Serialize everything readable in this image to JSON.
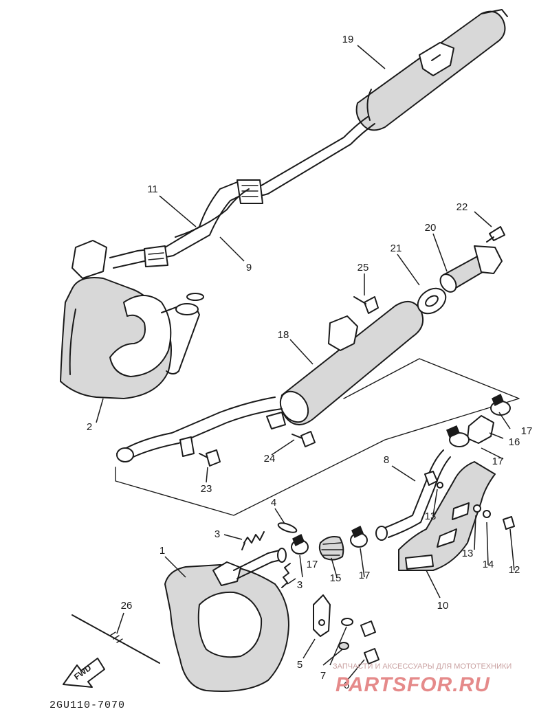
{
  "diagram": {
    "drawing_code": "2GU110-7070",
    "direction_label": "FWD",
    "watermark": {
      "caption": "ЗАПЧАСТИ И АКСЕССУАРЫ ДЛЯ МОТОТЕХНИКИ",
      "logo_text": "PARTSFOR.RU"
    },
    "callouts": {
      "c1": "1",
      "c2": "2",
      "c3a": "3",
      "c3b": "3",
      "c4": "4",
      "c5": "5",
      "c6": "6",
      "c7": "7",
      "c8": "8",
      "c9": "9",
      "c10": "10",
      "c11": "11",
      "c12": "12",
      "c13a": "13",
      "c13b": "13",
      "c14": "14",
      "c15": "15",
      "c16": "16",
      "c17a": "17",
      "c17b": "17",
      "c17c": "17",
      "c17d": "17",
      "c18": "18",
      "c19": "19",
      "c20": "20",
      "c21": "21",
      "c22": "22",
      "c23": "23",
      "c24": "24",
      "c25": "25",
      "c26": "26"
    }
  }
}
